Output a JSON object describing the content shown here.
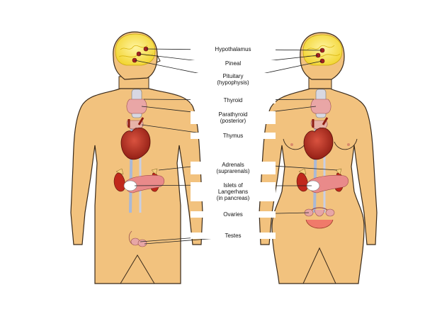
{
  "labels": {
    "hypothalamus": "Hypothalamus",
    "pineal": "Pineal",
    "pituitary_1": "Pituitary",
    "pituitary_2": "(hypophysis)",
    "thyroid": "Thyroid",
    "parathyroid_1": "Parathyroid",
    "parathyroid_2": "(posterior)",
    "thymus": "Thymus",
    "adrenals_1": "Adrenals",
    "adrenals_2": "(suprarenals)",
    "islets_1": "Islets of",
    "islets_2": "Langerhans",
    "islets_3": "(in pancreas)",
    "ovaries": "Ovaries",
    "testes": "Testes"
  },
  "colors": {
    "skin": "#F2C27E",
    "skin_outline": "#3a2a1a",
    "brain": "#F7E04A",
    "heart": "#B52A1E",
    "kidney": "#C0281C",
    "pancreas": "#E98A8A",
    "thyroid": "#E9A6A6",
    "vessel": "#A9B8D6",
    "line": "#222222"
  }
}
